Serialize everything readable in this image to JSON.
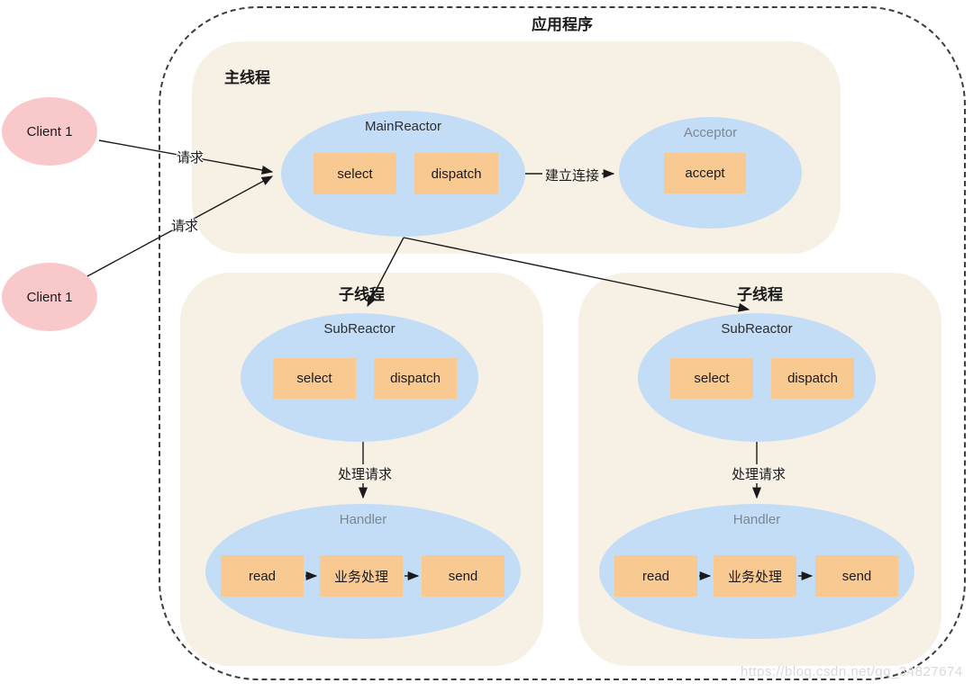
{
  "app": {
    "title": "应用程序"
  },
  "main_thread": {
    "label": "主线程",
    "main_reactor": {
      "title": "MainReactor",
      "boxes": [
        "select",
        "dispatch"
      ]
    },
    "acceptor": {
      "title": "Acceptor",
      "boxes": [
        "accept"
      ]
    }
  },
  "clients": [
    {
      "label": "Client 1"
    },
    {
      "label": "Client 1"
    }
  ],
  "edges": {
    "request1": "请求",
    "request2": "请求",
    "establish": "建立连接"
  },
  "sub_threads": [
    {
      "label": "子线程",
      "reactor": {
        "title": "SubReactor",
        "boxes": [
          "select",
          "dispatch"
        ]
      },
      "edge": "处理请求",
      "handler": {
        "title": "Handler",
        "boxes": [
          "read",
          "业务处理",
          "send"
        ]
      }
    },
    {
      "label": "子线程",
      "reactor": {
        "title": "SubReactor",
        "boxes": [
          "select",
          "dispatch"
        ]
      },
      "edge": "处理请求",
      "handler": {
        "title": "Handler",
        "boxes": [
          "read",
          "业务处理",
          "send"
        ]
      }
    }
  ],
  "watermark": "https://blog.csdn.net/qq_34827674",
  "colors": {
    "panel_beige": "#F7F1E5",
    "node_blue": "#C3DDF7",
    "box_orange": "#F9C992",
    "client_pink": "#F9C8CB",
    "gray_title": "#7b8793",
    "line": "#1a1a1a",
    "watermark_gray": "#d9d9d9"
  }
}
